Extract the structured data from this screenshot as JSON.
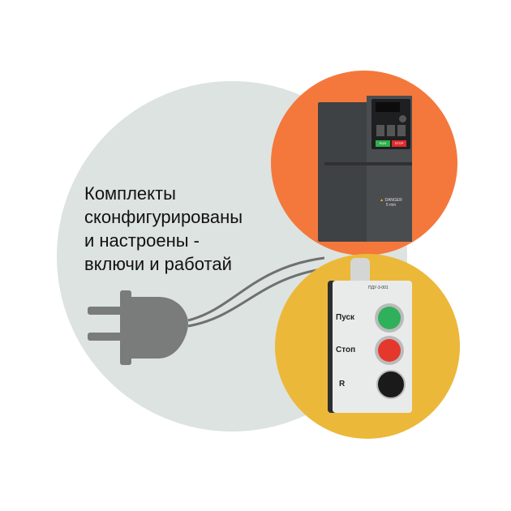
{
  "headline": [
    "Комплекты",
    "сконфигурированы",
    "и настроены -",
    "включи и работай"
  ],
  "inverter": {
    "run_label": "RUN",
    "stop_label": "STOP",
    "warning_label": "DANGER",
    "warning_sub": "5 min"
  },
  "control_box": {
    "model_label": "ПДУ-3-001",
    "start_label": "Пуск",
    "stop_label": "Стоп",
    "pot_label": "R"
  },
  "colors": {
    "background_circle": "#dde3e0",
    "orange": "#f4783c",
    "yellow": "#ecb83a",
    "plug": "#7a7b7b",
    "start_button": "#2fb05a",
    "stop_button": "#e5382d"
  }
}
